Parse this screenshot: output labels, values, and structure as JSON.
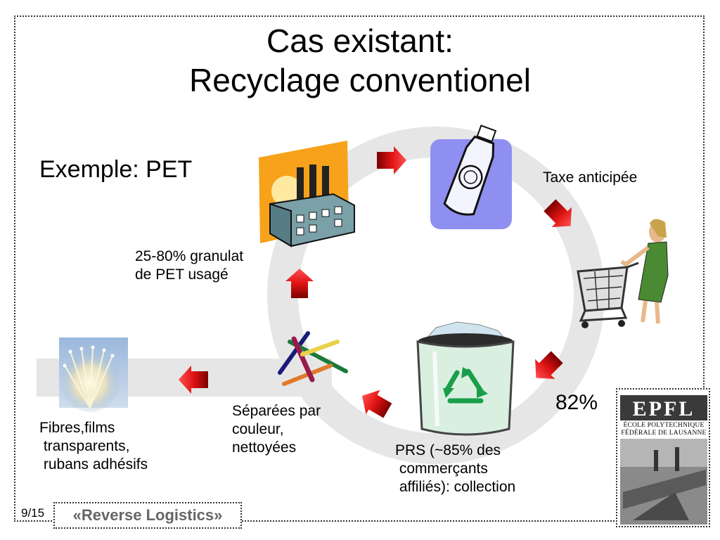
{
  "title_line1": "Cas existant:",
  "title_line2": "Recyclage conventionel",
  "subtitle": "Exemple: PET",
  "labels": {
    "taxe": "Taxe anticipée",
    "granulat": "25-80% granulat\nde PET usagé",
    "fibres": "Fibres,films\n transparents,\n rubans adhésifs",
    "separees": "Séparées par\ncouleur,\nnettoyées",
    "prs": "PRS (~85% des\n commerçants\n affiliés): collection",
    "pct": "82%"
  },
  "page_number": "9/15",
  "footer": "«Reverse Logistics»",
  "logo": {
    "brand": "EPFL",
    "line1": "ÉCOLE POLYTECHNIQUE",
    "line2": "FÉDÉRALE DE LAUSANNE"
  },
  "colors": {
    "arrow_red": "#cc1111",
    "ring_gray": "#e6e6e6",
    "bottle_blue": "#8f8ff2",
    "factory_orange": "#f7a21a",
    "bin_green": "#1a9e4a"
  },
  "icons": [
    "factory-icon",
    "bottle-icon",
    "shopper-cart-icon",
    "recycle-bin-icon",
    "sticks-icon",
    "fiber-optic-icon"
  ]
}
